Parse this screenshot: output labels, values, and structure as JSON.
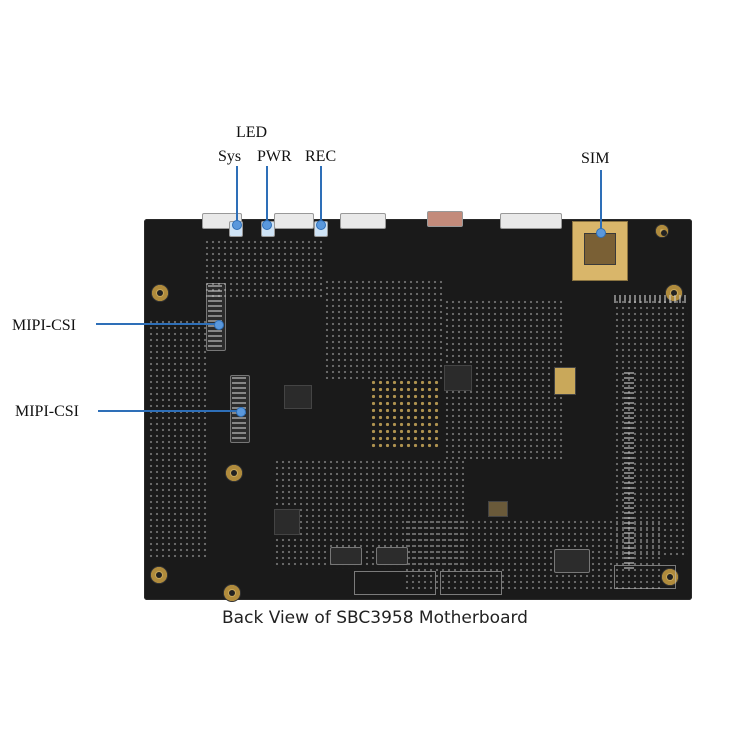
{
  "labels": {
    "led": "LED",
    "sys": "Sys",
    "pwr": "PWR",
    "rec": "REC",
    "sim": "SIM",
    "mipi_csi_1": "MIPI-CSI",
    "mipi_csi_2": "MIPI-CSI"
  },
  "caption": "Back View of SBC3958 Motherboard",
  "colors": {
    "pointer_line": "#2e6fb8",
    "board": "#1a1a1a",
    "background": "#ffffff"
  }
}
